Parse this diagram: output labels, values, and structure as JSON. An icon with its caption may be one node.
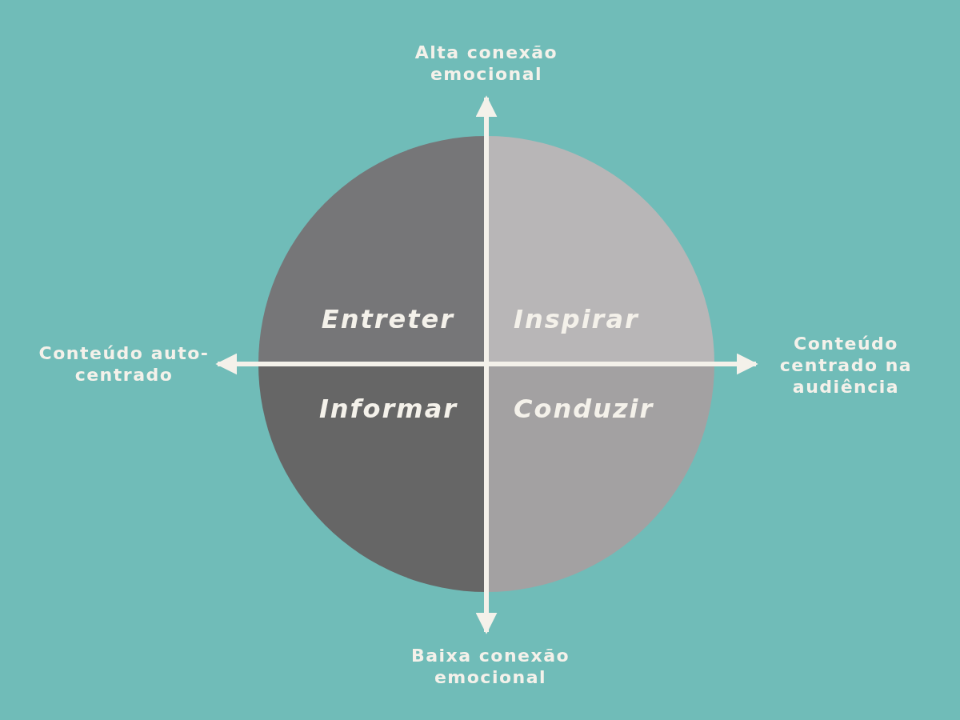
{
  "diagram": {
    "nodes": [
      {
        "text": [
          "Entreter"
        ]
      },
      {
        "text": [
          "Inspirar"
        ]
      },
      {
        "text": [
          "Informar"
        ]
      },
      {
        "text": [
          "Conduzir"
        ]
      }
    ],
    "edges": [],
    "labels": [
      "Alta conexão emocional",
      "Conteúdo auto-centrado",
      "Conteúdo centrado na audiência",
      "Baixa conexão emocional"
    ]
  }
}
